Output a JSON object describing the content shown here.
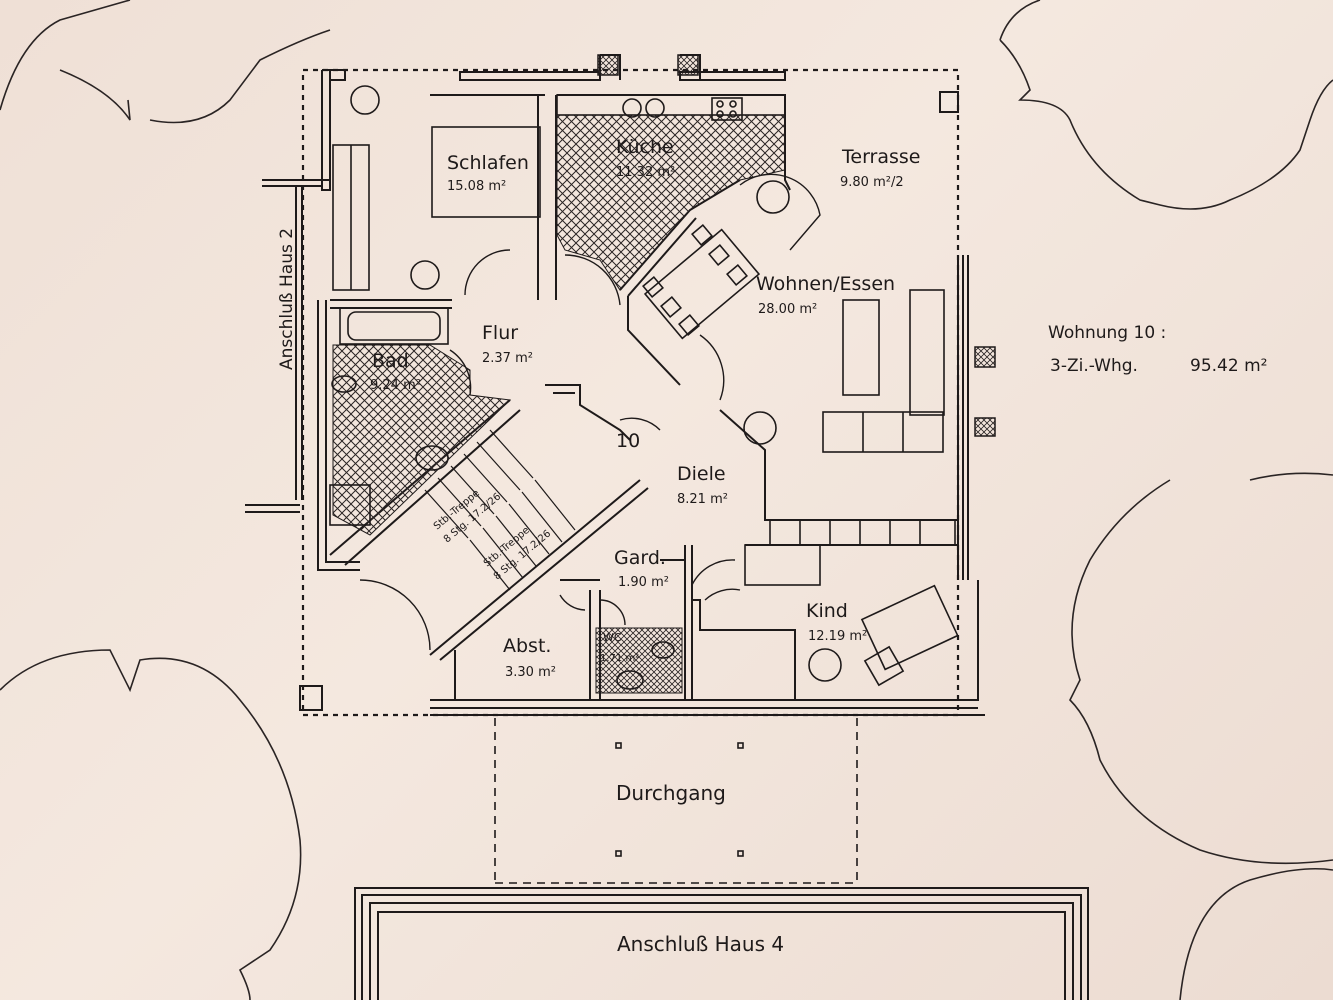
{
  "apartment": {
    "title": "Wohnung 10 :",
    "type": "3-Zi.-Whg.",
    "total_area": "95.42 m²",
    "number": "10"
  },
  "rooms": [
    {
      "id": "schlafen",
      "name": "Schlafen",
      "area": "15.08 m²"
    },
    {
      "id": "kueche",
      "name": "Küche",
      "area": "11.32 m²"
    },
    {
      "id": "terrasse",
      "name": "Terrasse",
      "area": "9.80 m²/2"
    },
    {
      "id": "wohnen",
      "name": "Wohnen/Essen",
      "area": "28.00 m²"
    },
    {
      "id": "flur",
      "name": "Flur",
      "area": "2.37 m²"
    },
    {
      "id": "bad",
      "name": "Bad",
      "area": "9.24 m²"
    },
    {
      "id": "diele",
      "name": "Diele",
      "area": "8.21 m²"
    },
    {
      "id": "gard",
      "name": "Gard.",
      "area": "1.90 m²"
    },
    {
      "id": "kind",
      "name": "Kind",
      "area": "12.19 m²"
    },
    {
      "id": "abst",
      "name": "Abst.",
      "area": "3.30 m²"
    },
    {
      "id": "wc",
      "name": "WC",
      "area": "1.71 m²"
    }
  ],
  "stairs": [
    {
      "label": "Stb.-Treppe",
      "steps": "8 Stg. 17.2/26"
    },
    {
      "label": "Stb.-Treppe",
      "steps": "8 Stg. 17.2/26"
    }
  ],
  "labels": {
    "anschluss_haus_2": "Anschluß Haus 2",
    "durchgang": "Durchgang",
    "anschluss_haus_4": "Anschluß Haus 4"
  },
  "colors": {
    "paper": "#f1e4da",
    "ink": "#1e1a1a"
  }
}
